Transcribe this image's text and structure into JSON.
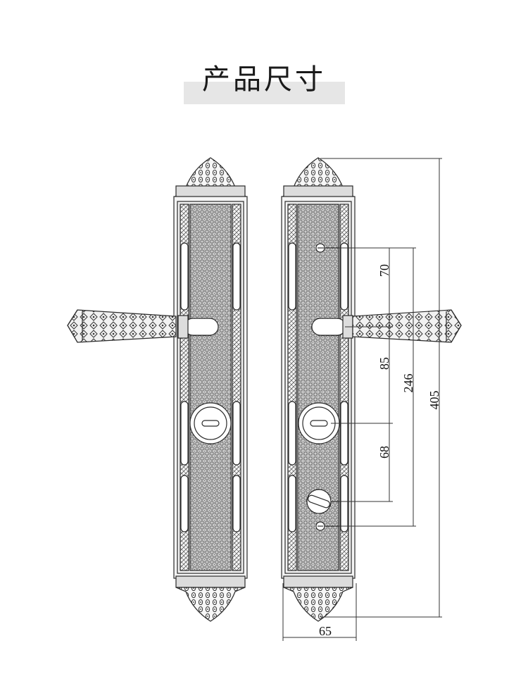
{
  "title": "产品尺寸",
  "colors": {
    "line": "#2a2a2a",
    "band": "#e6e6e6",
    "plate": "#f4f4f4"
  },
  "dimensions": {
    "d1": "70",
    "d2": "85",
    "d3": "246",
    "d4": "405",
    "d5": "68",
    "width": "65"
  }
}
